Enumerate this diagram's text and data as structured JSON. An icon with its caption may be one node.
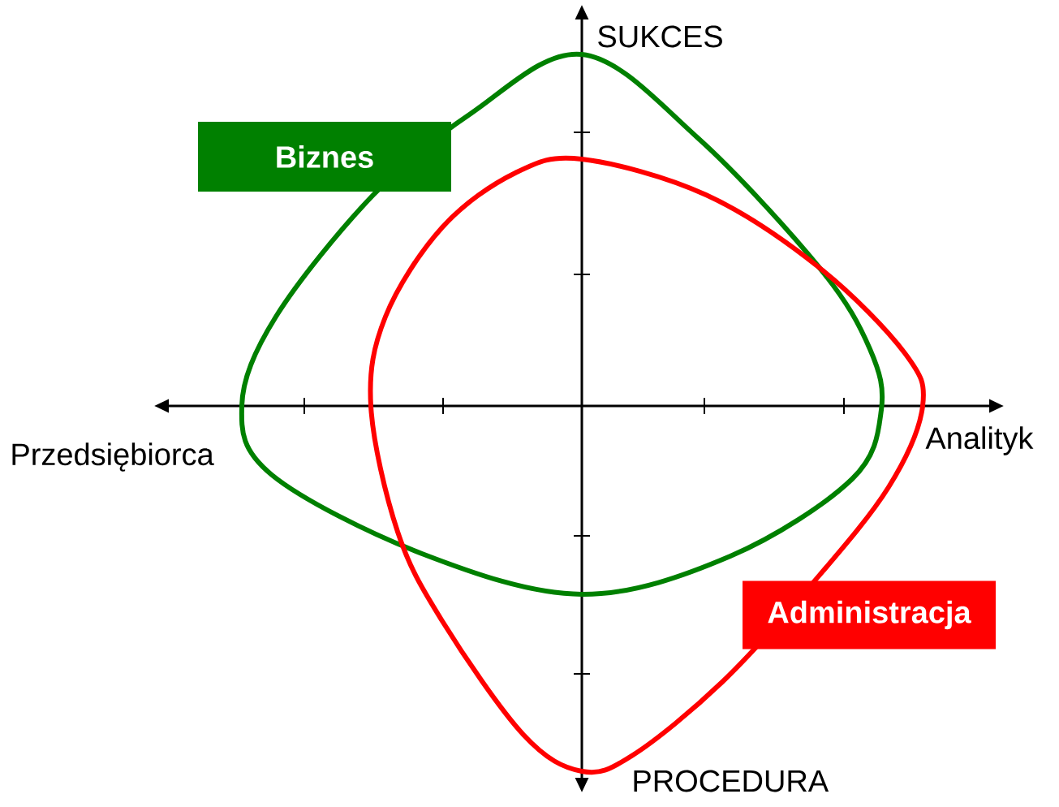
{
  "diagram": {
    "nodes": [
      {
        "text": [
          "Biznes"
        ]
      },
      {
        "text": [
          "Administracja"
        ]
      }
    ],
    "labels": [
      "SUKCES",
      "Przedsiębiorca",
      "Analityk",
      "PROCEDURA"
    ]
  }
}
